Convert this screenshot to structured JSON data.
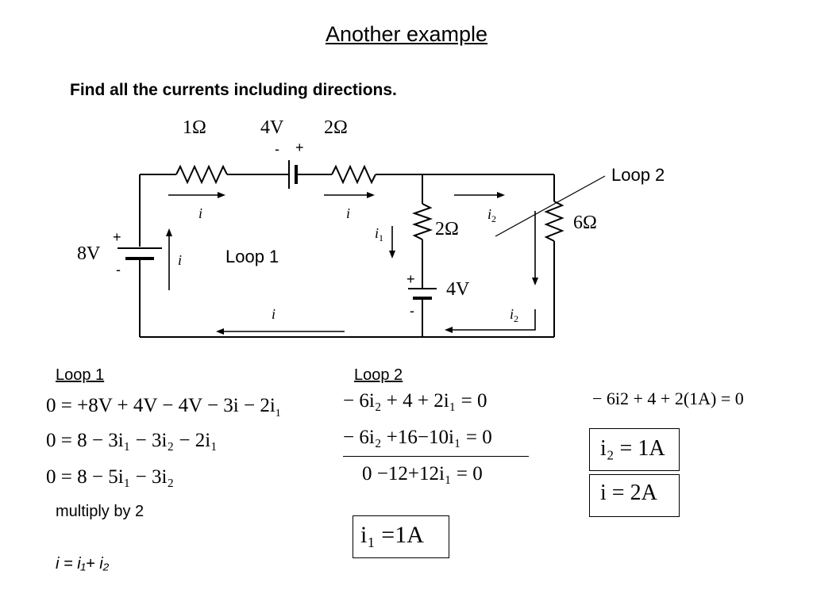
{
  "title": "Another example",
  "subtitle": "Find all the currents including directions.",
  "circuit": {
    "r1": "1Ω",
    "v4_top": "4V",
    "r2_top": "2Ω",
    "v_top_minus": "-",
    "v_top_plus": "+",
    "v8": "8V",
    "v8_plus": "+",
    "v8_minus": "-",
    "r_mid": "2Ω",
    "v4_mid": "4V",
    "v_mid_plus": "+",
    "v_mid_minus": "-",
    "r6": "6Ω",
    "loop1_label": "Loop 1",
    "loop2_label": "Loop 2",
    "cur_i": "i",
    "cur_i1": "i",
    "cur_i1_sub": "1",
    "cur_i2": "i",
    "cur_i2_sub": "2"
  },
  "equations": {
    "loop1_heading": "Loop 1",
    "loop1_eq1": "0 = +8V + 4V − 4V − 3i − 2i",
    "loop1_eq1_sub": "1",
    "loop1_eq2": "0 = 8 − 3i₁ − 3i₂ − 2i₁",
    "loop1_eq3": "0 = 8 − 5i₁ − 3i₂",
    "multiply_note": "multiply by 2",
    "relation": "i = i₁+ i₂",
    "loop2_heading": "Loop 2",
    "loop2_eq1": "− 6i₂ + 4 + 2i₁ = 0",
    "loop2_eq2": "− 6i₂ +16−10i₁ = 0",
    "loop2_eq3": "0 −12+12i₁ = 0",
    "result_i1": "i₁ =1A",
    "sub_eq": "− 6i2 + 4 + 2(1A) = 0",
    "result_i2": "i₂ = 1A",
    "result_i": "i = 2A"
  }
}
